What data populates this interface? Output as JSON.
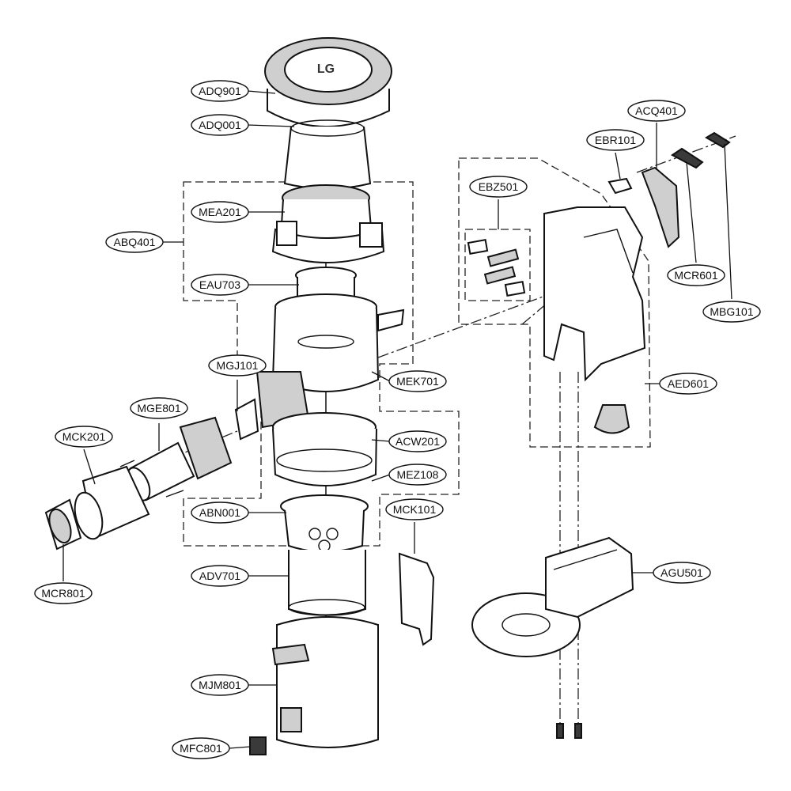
{
  "labels": {
    "ADQ901": "ADQ901",
    "ADQ001": "ADQ001",
    "MEA201": "MEA201",
    "ABQ401": "ABQ401",
    "EAU703": "EAU703",
    "MGJ101": "MGJ101",
    "MGE801": "MGE801",
    "MCK201": "MCK201",
    "MCR801": "MCR801",
    "MEK701": "MEK701",
    "ACW201": "ACW201",
    "MEZ108": "MEZ108",
    "ABN001": "ABN001",
    "MCK101": "MCK101",
    "ADV701": "ADV701",
    "MJM801": "MJM801",
    "MFC801": "MFC801",
    "EBZ501": "EBZ501",
    "EBR101": "EBR101",
    "ACQ401": "ACQ401",
    "MCR601": "MCR601",
    "MBG101": "MBG101",
    "AED601": "AED601",
    "AGU501": "AGU501"
  },
  "brand_logo": "LG",
  "colors": {
    "line": "#111111",
    "fill_grey": "#cfcfcf",
    "background": "#ffffff"
  }
}
